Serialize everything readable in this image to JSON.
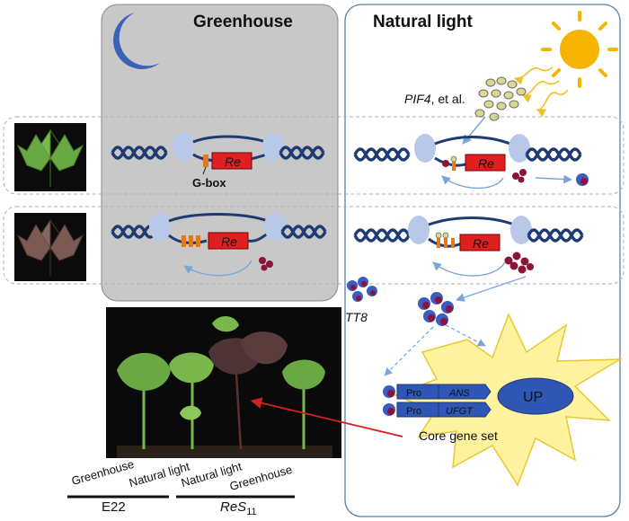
{
  "panels": {
    "greenhouse_title": "Greenhouse",
    "natural_title": "Natural light"
  },
  "labels": {
    "pif4": "PIF4",
    "pif4_suffix": ", et al.",
    "gbox": "G-box",
    "gene": "Re",
    "tt8": "TT8",
    "pro": "Pro",
    "ans": "ANS",
    "ufgt": "UFGT",
    "up": "UP",
    "core_gene_set": "Core gene set"
  },
  "genotypes": {
    "e22": {
      "name": "E22",
      "left_condition": "Greenhouse",
      "right_condition": "Natural light"
    },
    "res11": {
      "name_main": "ReS",
      "name_sub": "11",
      "left_condition": "Natural light",
      "right_condition": "Greenhouse"
    }
  },
  "colors": {
    "greenhouse_panel": "#c8c8c8",
    "dna": "#1f3b73",
    "gene_box": "#e02020",
    "protein": "#8a1538",
    "arrow": "#7aa7d8",
    "sun": "#f6b400",
    "burst": "#fff3a0",
    "moon": "#3c61b8"
  }
}
